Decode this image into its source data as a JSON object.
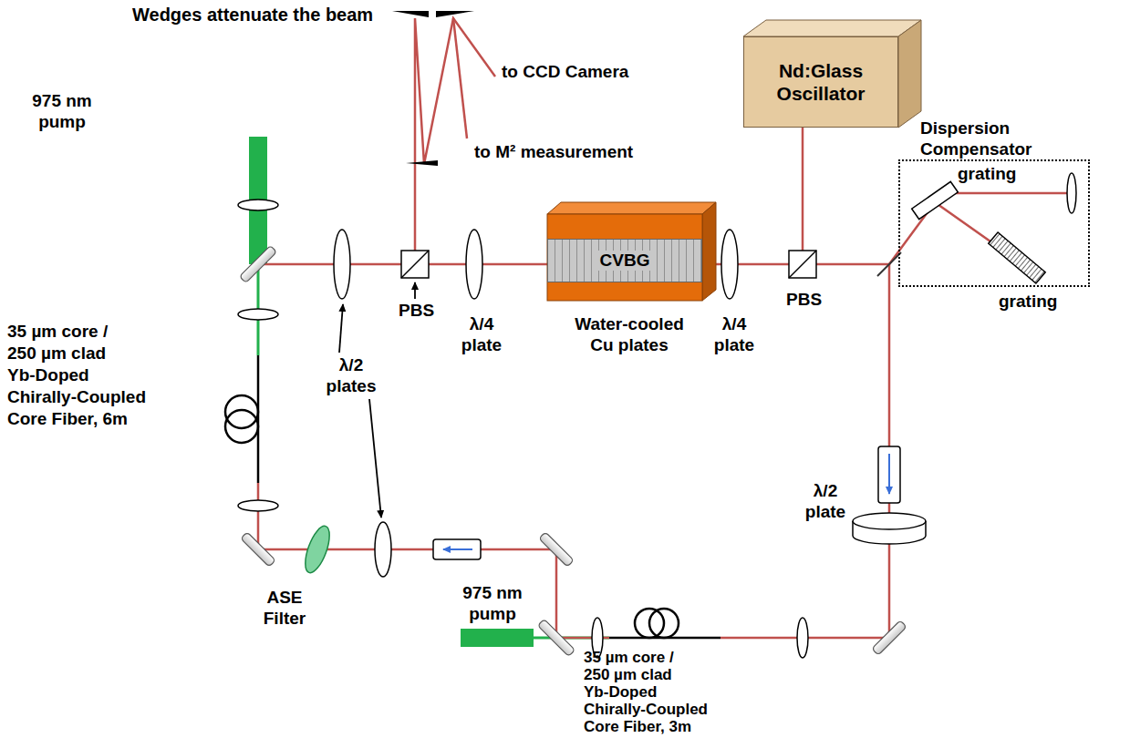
{
  "diagram": {
    "nodes": [
      {
        "text": [
          "Nd:Glass Oscillator"
        ]
      },
      {
        "text": [
          "Dispersion Compensator"
        ]
      },
      {
        "text": [
          "CVBG"
        ]
      }
    ],
    "labels": [
      "Wedges attenuate the beam",
      "to CCD Camera",
      "to M² measurement",
      "975 nm pump",
      "35 µm core / 250 µm clad Yb-Doped Chirally-Coupled Core Fiber, 6m",
      "λ/2 plates",
      "PBS",
      "λ/4 plate",
      "Water-cooled Cu plates",
      "λ/4 plate",
      "PBS",
      "grating",
      "grating",
      "λ/2 plate",
      "ASE Filter",
      "975 nm pump",
      "35 µm core / 250 µm clad Yb-Doped Chirally-Coupled Core Fiber, 3m"
    ]
  }
}
